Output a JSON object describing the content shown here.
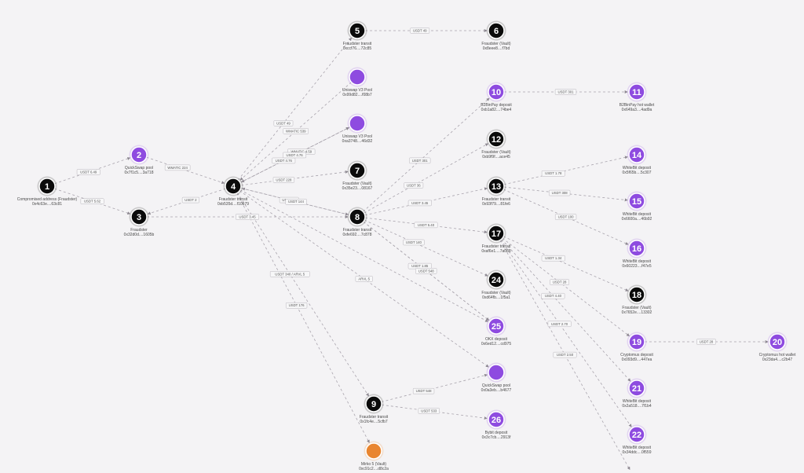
{
  "colors": {
    "background": "#f4f3f5",
    "black_node": "#0b0b0b",
    "purple_node": "#8e4be0",
    "orange_node": "#e9852f",
    "edge": "#a9a4ad"
  },
  "nodes": [
    {
      "id": "1",
      "num": "1",
      "color": "black",
      "label1": "Compromised address (Fraudster)",
      "label2": "0x4c63e....63c81"
    },
    {
      "id": "2",
      "num": "2",
      "color": "purple",
      "label1": "QuickSwap pool",
      "label2": "0x7f1c5....3a718"
    },
    {
      "id": "3",
      "num": "3",
      "color": "black",
      "label1": "Fraudster",
      "label2": "0x32d0d....1605b"
    },
    {
      "id": "4",
      "num": "4",
      "color": "black",
      "label1": "Fraudster transit",
      "label2": "0xb535d....f10b79"
    },
    {
      "id": "5",
      "num": "5",
      "color": "black",
      "label1": "Fraudster transit",
      "label2": "0xccf76....72c85"
    },
    {
      "id": "6",
      "num": "6",
      "color": "black",
      "label1": "Fraudster (Vault)",
      "label2": "0x8eee8....f7bd"
    },
    {
      "id": "uni1",
      "num": "",
      "color": "purple",
      "label1": "Uniswap V3 Pool",
      "label2": "0x99d82....f08b7"
    },
    {
      "id": "uni2",
      "num": "",
      "color": "purple",
      "label1": "Uniswap V3 Pool",
      "label2": "0xa3748....46d32"
    },
    {
      "id": "7",
      "num": "7",
      "color": "black",
      "label1": "Fraudster (Vault)",
      "label2": "0x35e23....08167"
    },
    {
      "id": "8",
      "num": "8",
      "color": "black",
      "label1": "Fraudster transit",
      "label2": "0xfe692....7c878"
    },
    {
      "id": "9",
      "num": "9",
      "color": "black",
      "label1": "Fraudster transit",
      "label2": "0x1fc4e....5cfb7"
    },
    {
      "id": "10",
      "num": "10",
      "color": "purple",
      "label1": "B2BinPay deposit",
      "label2": "0xb1a82....74be4"
    },
    {
      "id": "11",
      "num": "11",
      "color": "purple",
      "label1": "B2BinPay hot wallet",
      "label2": "0x649a3....4ad9a"
    },
    {
      "id": "12",
      "num": "12",
      "color": "black",
      "label1": "Fraudster (Vault)",
      "label2": "0xb9f9f....ace45"
    },
    {
      "id": "13",
      "num": "13",
      "color": "black",
      "label1": "Fraudster transit",
      "label2": "0x93f79....81fe6"
    },
    {
      "id": "14",
      "num": "14",
      "color": "purple",
      "label1": "WhiteBit deposit",
      "label2": "0x5f65b....5c307"
    },
    {
      "id": "15",
      "num": "15",
      "color": "purple",
      "label1": "WhiteBit deposit",
      "label2": "0x6600a....46b92"
    },
    {
      "id": "16",
      "num": "16",
      "color": "purple",
      "label1": "WhiteBit deposit",
      "label2": "0x60223....f47e5"
    },
    {
      "id": "17",
      "num": "17",
      "color": "black",
      "label1": "Fraudster transit",
      "label2": "0xaf6e1....7a088"
    },
    {
      "id": "18",
      "num": "18",
      "color": "black",
      "label1": "Fraudster (Vault)",
      "label2": "0x7652e....13302"
    },
    {
      "id": "19",
      "num": "19",
      "color": "purple",
      "label1": "Cryptomus deposit",
      "label2": "0x093d9....447ea"
    },
    {
      "id": "20",
      "num": "20",
      "color": "purple",
      "label1": "Cryptomus hot wallet",
      "label2": "0x23da4....c2b47"
    },
    {
      "id": "21",
      "num": "21",
      "color": "purple",
      "label1": "WhiteBit deposit",
      "label2": "0x2a518....7f1b4"
    },
    {
      "id": "22",
      "num": "22",
      "color": "purple",
      "label1": "WhiteBit deposit",
      "label2": "0x34ddc....0f559"
    },
    {
      "id": "24",
      "num": "24",
      "color": "black",
      "label1": "Fraudster (Vault)",
      "label2": "0xd64fb....1f5a1"
    },
    {
      "id": "25",
      "num": "25",
      "color": "purple",
      "label1": "OKX deposit",
      "label2": "0x6ed12....cd975"
    },
    {
      "id": "qs2",
      "num": "",
      "color": "purple",
      "label1": "QuickSwap pool",
      "label2": "0x0a3eb....b4677"
    },
    {
      "id": "26",
      "num": "26",
      "color": "purple",
      "label1": "Bybit deposit",
      "label2": "0x3c7cb....2913f"
    },
    {
      "id": "orange",
      "num": "",
      "color": "orange",
      "label1": "Mirko 5 (Vault)",
      "label2": "0xc91c2....d8c2a"
    }
  ],
  "edges": [
    {
      "from": "1",
      "to": "2",
      "label": "USDT 6.49"
    },
    {
      "from": "1",
      "to": "3",
      "label": "USDT 5.62"
    },
    {
      "from": "2",
      "to": "4",
      "label": "WMATIC 224"
    },
    {
      "from": "4",
      "to": "3",
      "label": "USDT 2"
    },
    {
      "from": "3",
      "to": "8",
      "label": "USDT 3.45"
    },
    {
      "from": "4",
      "to": "5",
      "label": "USDT 49"
    },
    {
      "from": "5",
      "to": "6",
      "label": "USDT 49"
    },
    {
      "from": "uni1",
      "to": "4",
      "label": "WMATIC 539"
    },
    {
      "from": "4",
      "to": "uni2",
      "label": "USDT 4.76"
    },
    {
      "from": "uni2",
      "to": "4",
      "label": "WMATIC 4.59"
    },
    {
      "from": "4",
      "to": "uni2",
      "label": "USDT 4.76"
    },
    {
      "from": "4",
      "to": "7",
      "label": "USDT 228"
    },
    {
      "from": "4",
      "to": "8",
      "label": "USDT 74"
    },
    {
      "from": "8",
      "to": "4",
      "label": "USDT 144"
    },
    {
      "from": "4",
      "to": "9",
      "label": "USDT 340 / ARVL 5"
    },
    {
      "from": "4",
      "to": "orange",
      "label": "USDT 176"
    },
    {
      "from": "4",
      "to": "qs2",
      "label": "ARVL 5"
    },
    {
      "from": "4",
      "to": "25",
      "label": ""
    },
    {
      "from": "8",
      "to": "10",
      "label": "USDT 301"
    },
    {
      "from": "10",
      "to": "11",
      "label": "USDT 301"
    },
    {
      "from": "8",
      "to": "12",
      "label": "USDT 36"
    },
    {
      "from": "8",
      "to": "13",
      "label": "USDT 3.45"
    },
    {
      "from": "8",
      "to": "17",
      "label": "USDT 5.40"
    },
    {
      "from": "8",
      "to": "24",
      "label": "USDT 140"
    },
    {
      "from": "8",
      "to": "25",
      "label": "USDT 1.85"
    },
    {
      "from": "8",
      "to": "25",
      "label": "USDT 548"
    },
    {
      "from": "13",
      "to": "14",
      "label": "USDT 1.78"
    },
    {
      "from": "13",
      "to": "15",
      "label": "USDT 308"
    },
    {
      "from": "13",
      "to": "16",
      "label": "USDT 100"
    },
    {
      "from": "17",
      "to": "18",
      "label": "USDT 1.34"
    },
    {
      "from": "17",
      "to": "19",
      "label": "USDT 28"
    },
    {
      "from": "19",
      "to": "20",
      "label": "USDT 28"
    },
    {
      "from": "17",
      "to": "21",
      "label": "USDT 4.40"
    },
    {
      "from": "17",
      "to": "22",
      "label": "USDT 2.70"
    },
    {
      "from": "17",
      "to": "bottom",
      "label": "USDT 2.50"
    },
    {
      "from": "9",
      "to": "qs2",
      "label": "USDT 548"
    },
    {
      "from": "9",
      "to": "26",
      "label": "USDT 533"
    }
  ]
}
